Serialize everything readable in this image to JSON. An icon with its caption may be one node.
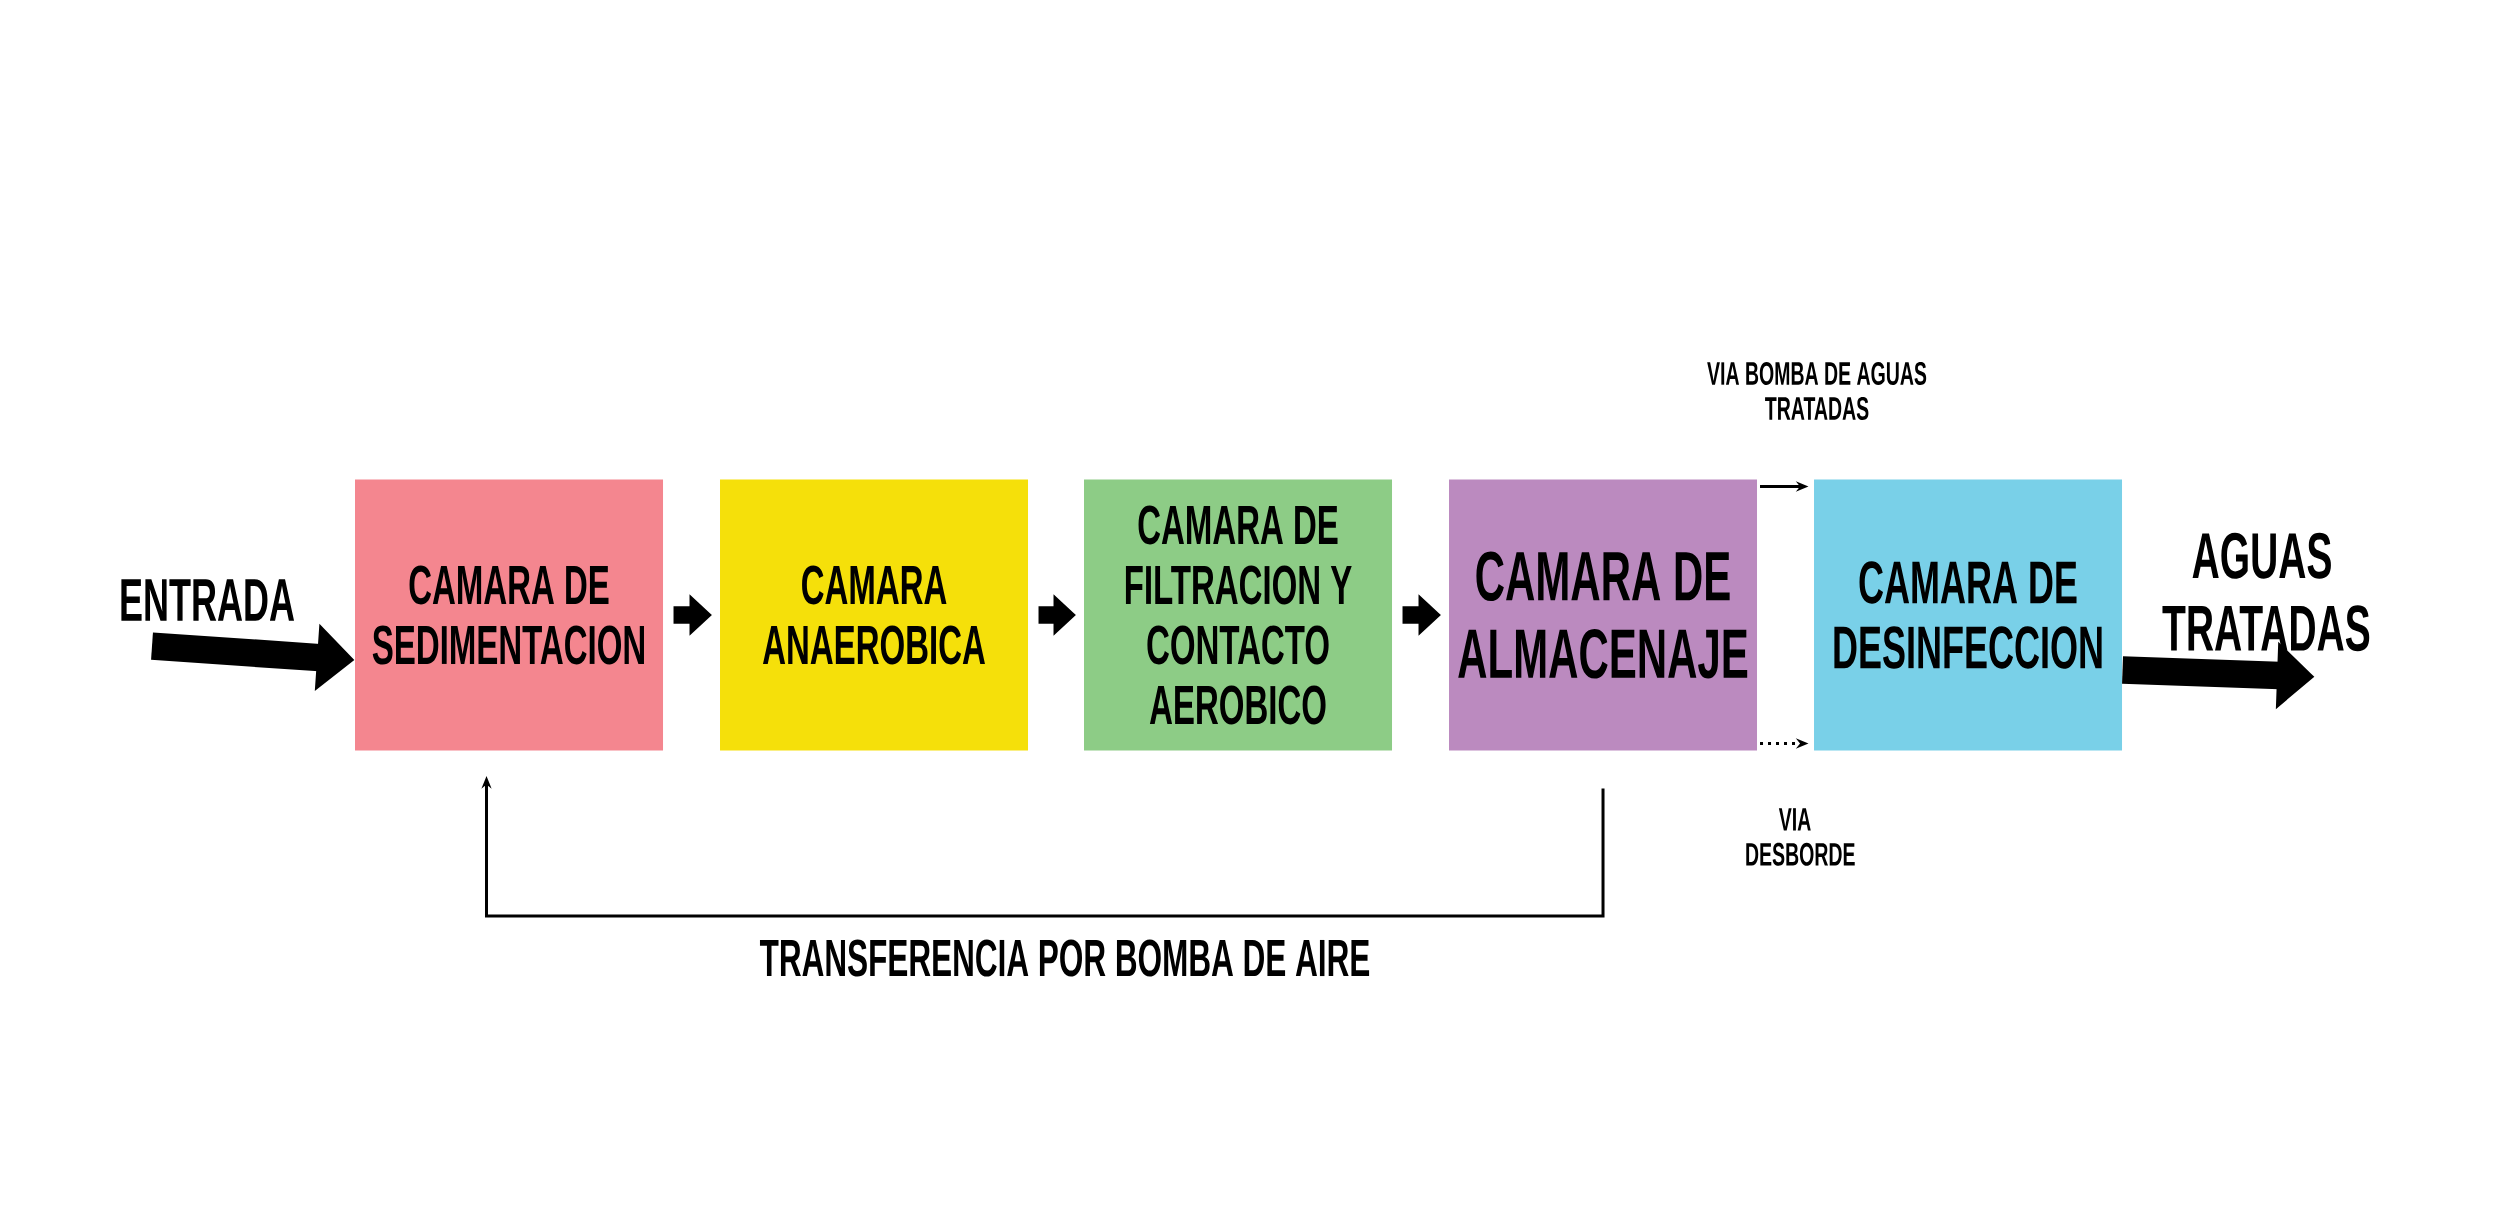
{
  "diagram": {
    "nodes": [
      {
        "text": [
          "ENTRADA"
        ]
      },
      {
        "text": [
          "CAMARA DE SEDIMENTACION"
        ]
      },
      {
        "text": [
          "CAMARA ANAEROBICA"
        ]
      },
      {
        "text": [
          "CAMARA DE FILTRACION Y CONTACTO AEROBICO"
        ]
      },
      {
        "text": [
          "CAMARA DE ALMACENAJE"
        ]
      },
      {
        "text": [
          "CAMARA DE DESINFECCION"
        ]
      },
      {
        "text": [
          "AGUAS TRATADAS"
        ]
      }
    ],
    "edges": [
      {
        "from": 0,
        "to": 1,
        "arrow": "to"
      },
      {
        "from": 1,
        "to": 2,
        "arrow": "to"
      },
      {
        "from": 2,
        "to": 3,
        "arrow": "to"
      },
      {
        "from": 3,
        "to": 4,
        "arrow": "to"
      },
      {
        "from": 4,
        "to": 5,
        "arrow": "to",
        "label": "VIA BOMBA DE AGUAS TRATADAS"
      },
      {
        "from": 4,
        "to": 5,
        "arrow": "to",
        "style": "dashed",
        "label": "VIA DESBORDE"
      },
      {
        "from": 4,
        "to": 1,
        "arrow": "to",
        "label": "TRANSFERENCIA POR BOMBA DE AIRE"
      },
      {
        "from": 5,
        "to": 6,
        "arrow": "to"
      }
    ]
  }
}
